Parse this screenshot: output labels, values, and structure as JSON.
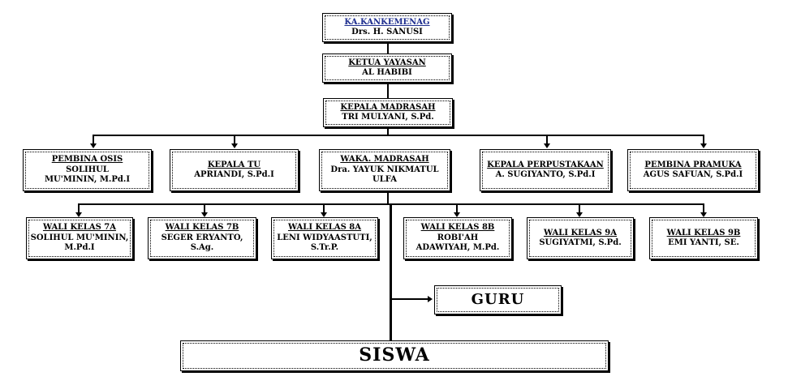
{
  "kankemenag": {
    "title": "KA.KANKEMENAG",
    "name": "Drs. H. SANUSI"
  },
  "yayasan": {
    "title": "KETUA YAYASAN",
    "name": "AL HABIBI"
  },
  "kepala": {
    "title": "KEPALA MADRASAH",
    "name": "TRI MULYANI, S.Pd."
  },
  "row2": [
    {
      "title": "PEMBINA OSIS",
      "name": "SOLIHUL MU'MININ, M.Pd.I"
    },
    {
      "title": "KEPALA TU",
      "name": "APRIANDI, S.Pd.I"
    },
    {
      "title": "WAKA. MADRASAH",
      "name": "Dra. YAYUK NIKMATUL ULFA"
    },
    {
      "title": "KEPALA PERPUSTAKAAN",
      "name": "A. SUGIYANTO, S.Pd.I"
    },
    {
      "title": "PEMBINA PRAMUKA",
      "name": "AGUS SAFUAN, S.Pd.I"
    }
  ],
  "wali": [
    {
      "title": "WALI KELAS 7A",
      "name": "SOLIHUL MU'MININ, M.Pd.I"
    },
    {
      "title": "WALI KELAS 7B",
      "name": "SEGER ERYANTO, S.Ag."
    },
    {
      "title": "WALI KELAS 8A",
      "name": "LENI WIDYAASTUTI, S.Tr.P."
    },
    {
      "title": "WALI KELAS 8B",
      "name": "ROBI'AH ADAWIYAH, M.Pd."
    },
    {
      "title": "WALI KELAS 9A",
      "name": "SUGIYATMI, S.Pd."
    },
    {
      "title": "WALI KELAS 9B",
      "name": "EMI YANTI, SE."
    }
  ],
  "guru": "GURU",
  "siswa": "SISWA"
}
